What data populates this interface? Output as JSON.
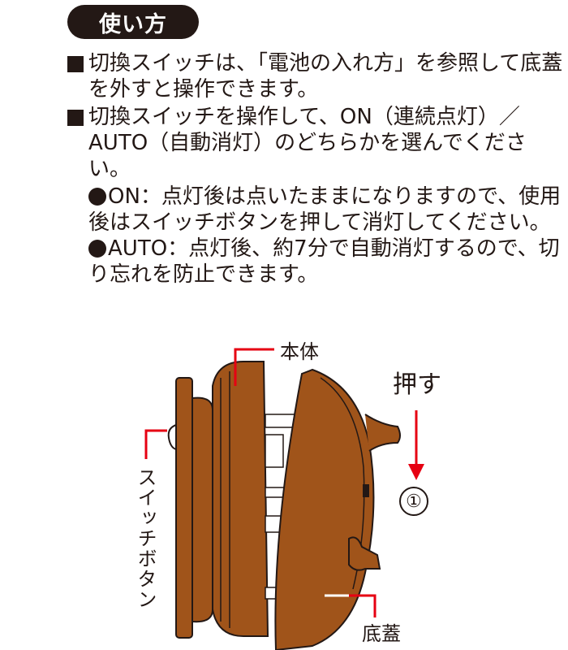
{
  "header": {
    "title": "使い方"
  },
  "instructions": {
    "item1": "切換スイッチは、「電池の入れ方」を参照して底蓋を外すと操作できます。",
    "item2": "切換スイッチを操作して、ON（連続点灯）／AUTO（自動消灯）のどちらかを選んでください。",
    "on_note": "ON：点灯後は点いたままになりますので、使用後はスイッチボタンを押して消灯してください。",
    "auto_note": "AUTO：点灯後、約7分で自動消灯するので、切り忘れを防止できます。"
  },
  "figure": {
    "label_body": "本体",
    "label_press": "押す",
    "label_step": "①",
    "label_switch": "スイッチボタン",
    "label_base": "底蓋"
  },
  "colors": {
    "accent": "#e60012",
    "device_brown": "#a0541a",
    "device_dark": "#231815"
  }
}
